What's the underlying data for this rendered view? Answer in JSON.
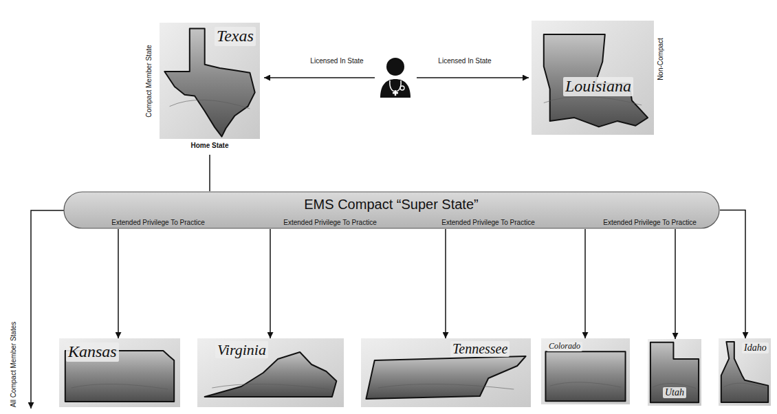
{
  "diagram": {
    "nodes": [
      {
        "text": [
          "Texas",
          "Home State",
          "Compact Member State"
        ]
      },
      {
        "text": [
          "Louisiana",
          "Non-Compact"
        ]
      },
      {
        "text": [
          "EMS Compact “Super State”",
          "Extended Privilege To Practice",
          "Extended Privilege To Practice",
          "Extended Privilege To Practice",
          "Extended Privilege To Practice"
        ]
      },
      {
        "text": [
          "Kansas"
        ]
      },
      {
        "text": [
          "Virginia"
        ]
      },
      {
        "text": [
          "Tennessee"
        ]
      },
      {
        "text": [
          "Colorado"
        ]
      },
      {
        "text": [
          "Utah"
        ]
      },
      {
        "text": [
          "Idaho"
        ]
      }
    ],
    "edges": [
      {
        "from": 0,
        "to": 2,
        "arrow": "none"
      },
      {
        "from": 2,
        "to": 3,
        "arrow": "to"
      },
      {
        "from": 2,
        "to": 4,
        "arrow": "to"
      },
      {
        "from": 2,
        "to": 5,
        "arrow": "to"
      },
      {
        "from": 2,
        "to": 6,
        "arrow": "to"
      },
      {
        "from": 2,
        "to": 7,
        "arrow": "to"
      },
      {
        "from": 2,
        "to": 8,
        "arrow": "to"
      }
    ],
    "labels": [
      "Licensed In State",
      "Licensed In State",
      "All Compact Member States"
    ]
  }
}
